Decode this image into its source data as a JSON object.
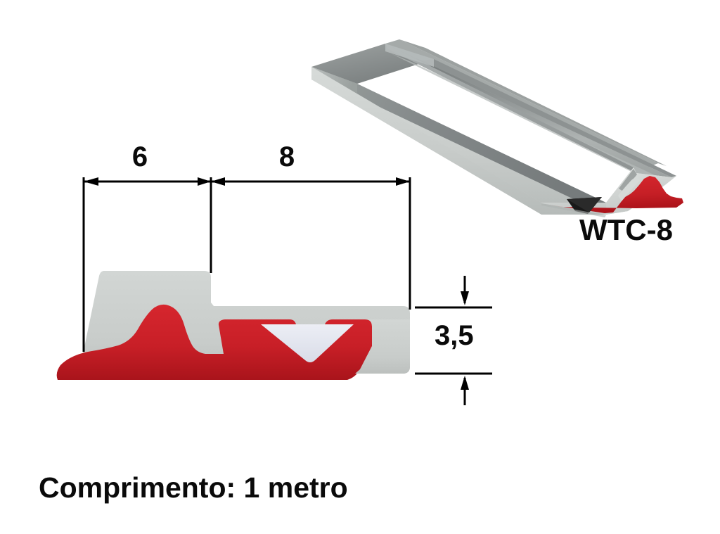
{
  "product": {
    "code": "WTC-8",
    "length_caption": "Comprimento: 1 metro"
  },
  "dimensions": {
    "width_left": "6",
    "width_right": "8",
    "height": "3,5"
  },
  "colors": {
    "aluminium_light": "#cdd1cf",
    "aluminium_mid": "#8b8f8e",
    "aluminium_dark": "#6f7373",
    "rubber_red": "#cc2028",
    "rubber_red_dark": "#a8161c",
    "notch_light": "#e0e2ec",
    "shadow_dark": "#1c1c1c",
    "line": "#000000",
    "background": "#ffffff"
  },
  "views": {
    "isometric_label": "3D isometric extrusion view",
    "section_label": "Cross-section profile view"
  }
}
